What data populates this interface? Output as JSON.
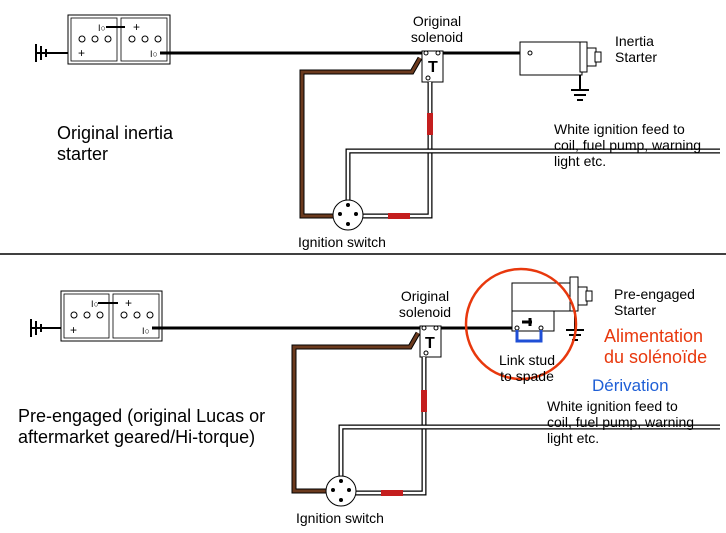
{
  "top": {
    "solenoid_label": [
      "Original",
      "solenoid"
    ],
    "starter_label": [
      "Inertia",
      "Starter"
    ],
    "title": [
      "Original inertia",
      "starter"
    ],
    "feed_label": [
      "White ignition feed to",
      "coil, fuel pump, warning",
      "light etc."
    ],
    "switch_label": "Ignition switch",
    "solenoid_letter": "T"
  },
  "bottom": {
    "solenoid_label": [
      "Original",
      "solenoid"
    ],
    "starter_label": [
      "Pre-engaged",
      "Starter"
    ],
    "title": [
      "Pre-engaged (original Lucas or",
      "aftermarket geared/Hi-torque)"
    ],
    "link_label": [
      "Link stud",
      "to spade"
    ],
    "feed_label": [
      "White ignition feed to",
      "coil, fuel pump, warning",
      "light etc."
    ],
    "switch_label": "Ignition switch",
    "solenoid_letter": "T"
  },
  "annotations": {
    "alimentation": [
      "Alimentation",
      "du solénoïde"
    ],
    "derivation": "Dérivation",
    "circle_color": "#e8380d",
    "derivation_color": "#1f5fd6"
  },
  "battery_marks": {
    "plus": "+",
    "contact": "I○"
  },
  "colors": {
    "wire_black": "#000000",
    "wire_brown": "#6b3a1e",
    "wire_red": "#c41e1e",
    "wire_white": "#ffffff",
    "link_blue": "#1f4fd6"
  }
}
